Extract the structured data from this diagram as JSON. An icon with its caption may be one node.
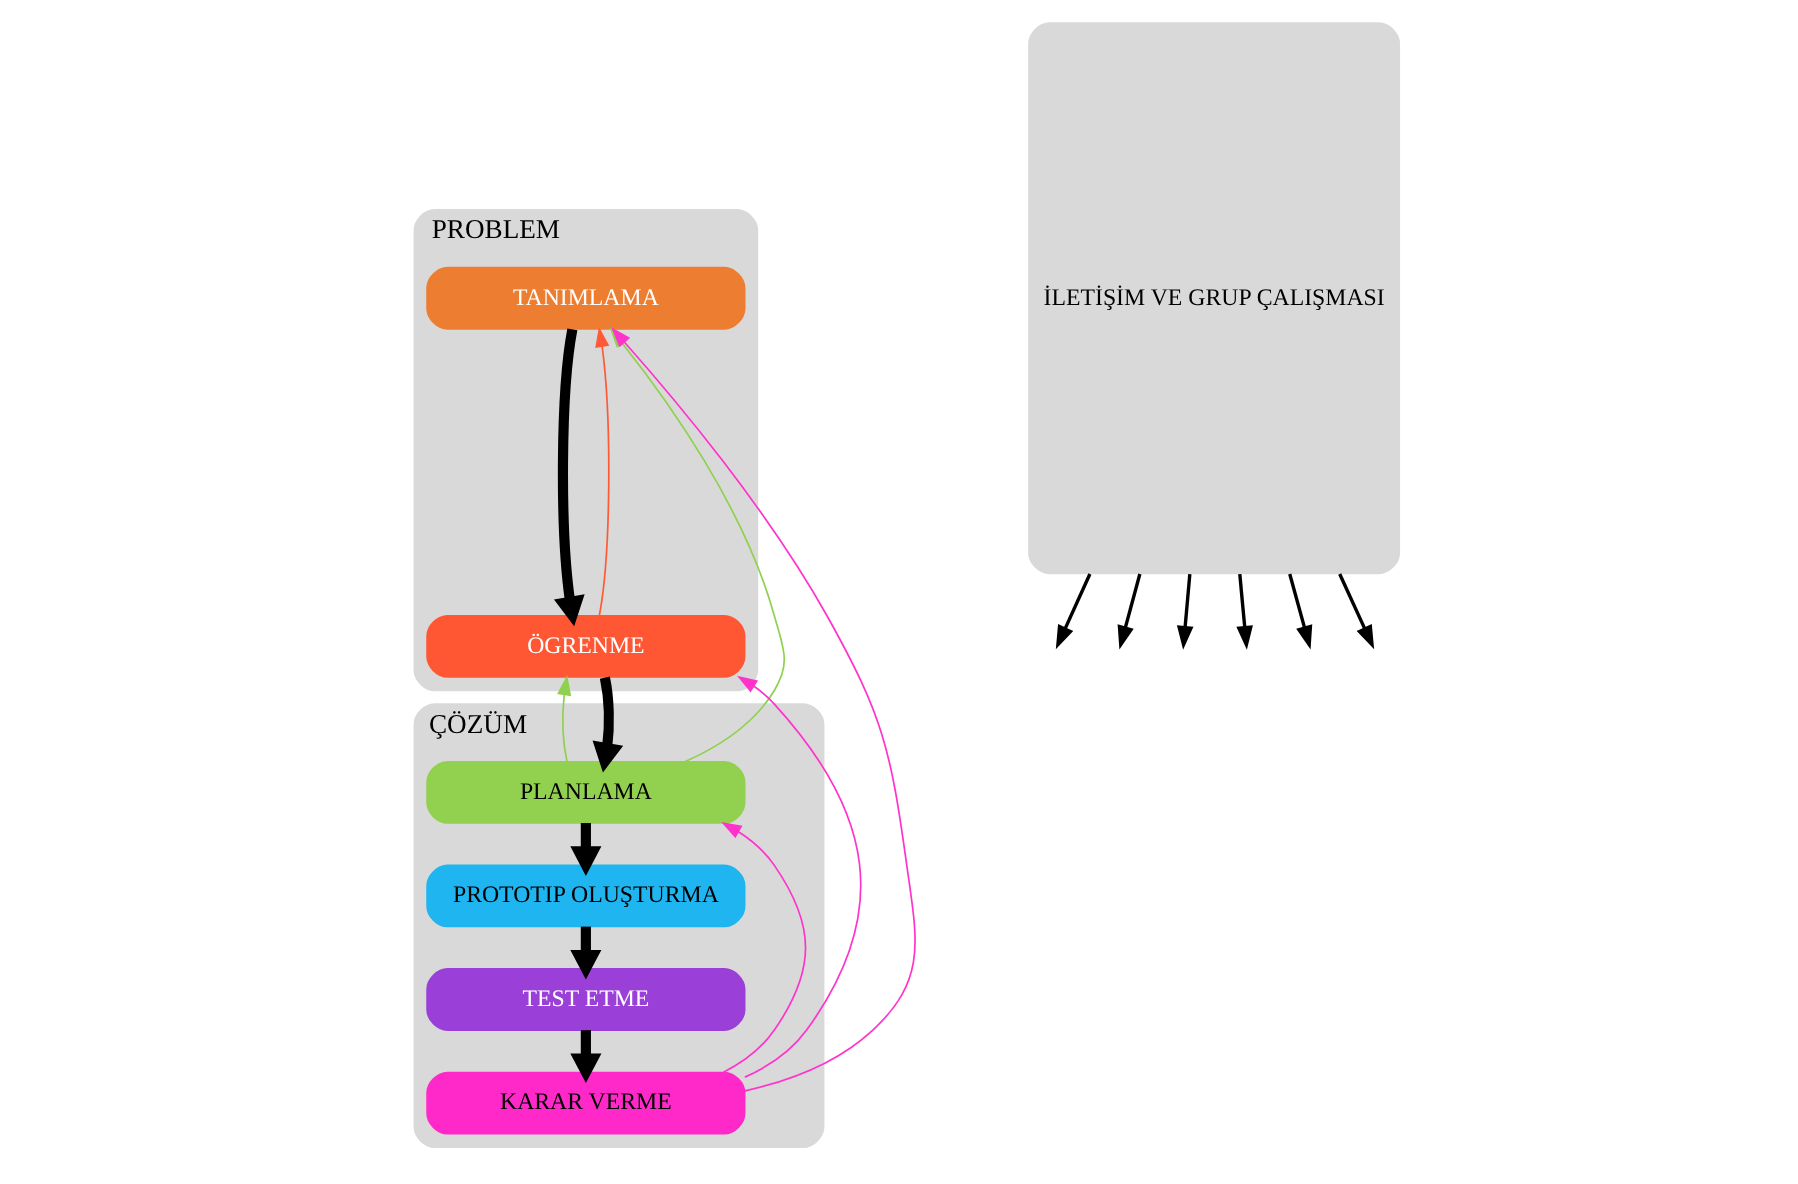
{
  "diagram": {
    "nodes": [
      {
        "text": [
          "PROBLEM"
        ]
      },
      {
        "text": [
          "TANIMLAMA"
        ],
        "in": 0
      },
      {
        "text": [
          "ÖGRENME"
        ],
        "in": 0
      },
      {
        "text": [
          "ÇÖZÜM"
        ]
      },
      {
        "text": [
          "PLANLAMA"
        ],
        "in": 3
      },
      {
        "text": [
          "PROTOTIP OLUŞTURMA"
        ],
        "in": 3
      },
      {
        "text": [
          "TEST ETME"
        ],
        "in": 3
      },
      {
        "text": [
          "KARAR VERME"
        ],
        "in": 3
      },
      {
        "text": [
          "İLETİŞİM VE GRUP ÇALIŞMASI"
        ]
      }
    ],
    "edges": [
      {
        "from": 1,
        "to": 2,
        "arrow": "to",
        "style": "thick"
      },
      {
        "from": 2,
        "to": 4,
        "arrow": "to",
        "style": "thick"
      },
      {
        "from": 4,
        "to": 5,
        "arrow": "to",
        "style": "thick"
      },
      {
        "from": 5,
        "to": 6,
        "arrow": "to",
        "style": "thick"
      },
      {
        "from": 6,
        "to": 7,
        "arrow": "to",
        "style": "thick"
      },
      {
        "from": 2,
        "to": 1,
        "arrow": "to",
        "color": "#ff5a36"
      },
      {
        "from": 4,
        "to": 1,
        "arrow": "to",
        "color": "#8fd14f"
      },
      {
        "from": 4,
        "to": 2,
        "arrow": "to",
        "color": "#8fd14f"
      },
      {
        "from": 7,
        "to": 1,
        "arrow": "to",
        "color": "#ff33cc"
      },
      {
        "from": 7,
        "to": 2,
        "arrow": "to",
        "color": "#ff33cc"
      },
      {
        "from": 7,
        "to": 4,
        "arrow": "to",
        "color": "#ff33cc"
      },
      {
        "from": 8,
        "to": null,
        "arrow": "to"
      },
      {
        "from": 8,
        "to": null,
        "arrow": "to"
      },
      {
        "from": 8,
        "to": null,
        "arrow": "to"
      },
      {
        "from": 8,
        "to": null,
        "arrow": "to"
      },
      {
        "from": 8,
        "to": null,
        "arrow": "to"
      },
      {
        "from": 8,
        "to": null,
        "arrow": "to"
      }
    ]
  }
}
